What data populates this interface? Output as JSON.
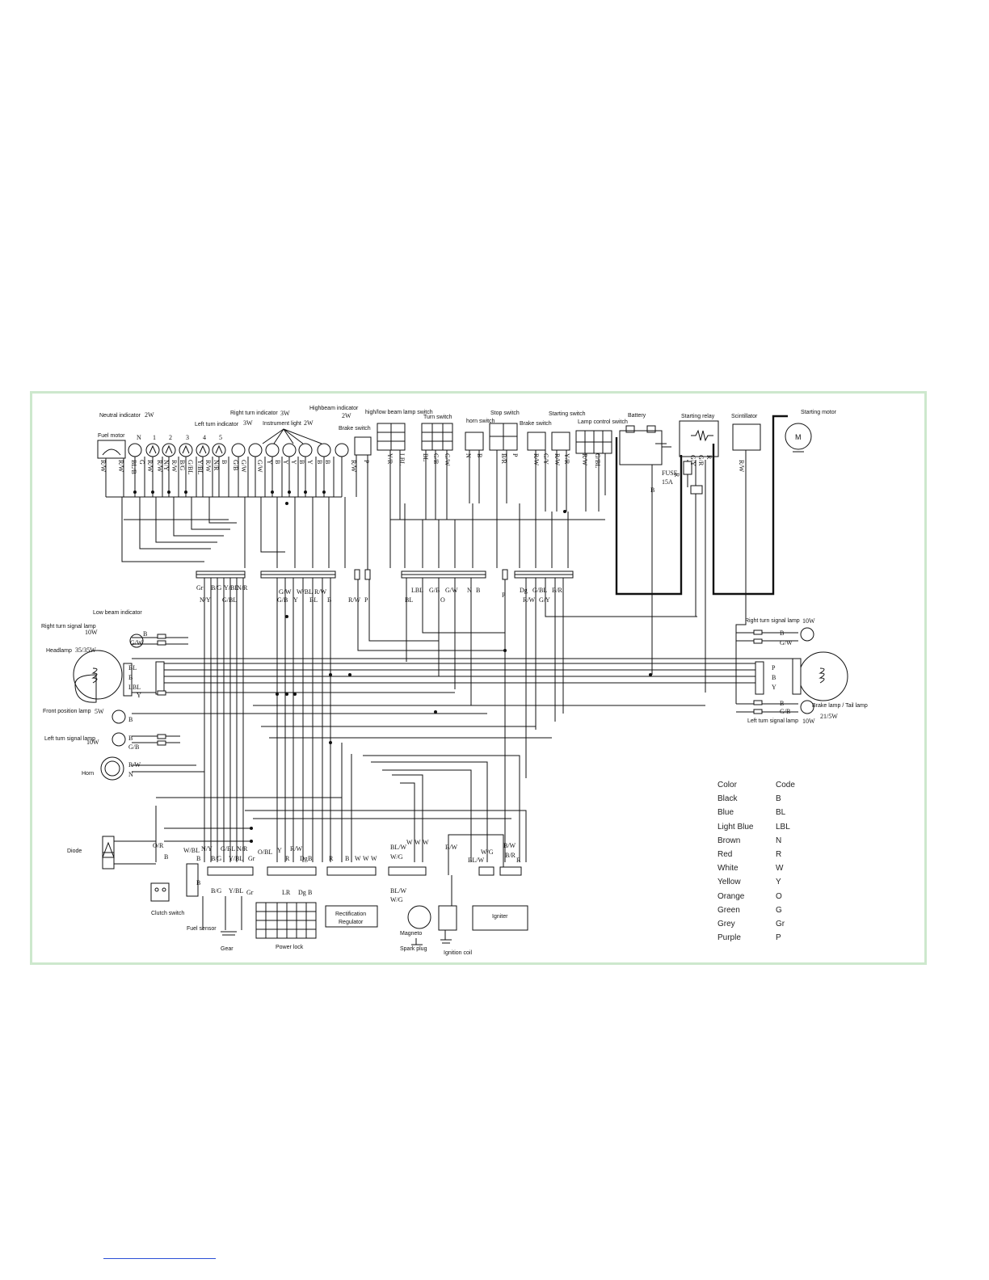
{
  "labels": {
    "neutral_indicator": "Neutral indicator",
    "neutral_w": "2W",
    "fuel_motor": "Fuel motor",
    "left_turn_indicator": "Left turn indicator",
    "right_turn_indicator": "Right turn indicator",
    "right_turn_w": "3W",
    "turn_w": "3W",
    "instrument_light": "Instrument light",
    "instrument_w": "2W",
    "highbeam_indicator": "Highbeam indicator",
    "highbeam_w": "2W",
    "brake_switch_top": "Brake switch",
    "high_low_beam_switch": "high/low beam lamp switch",
    "turn_switch": "Turn switch",
    "horn_switch": "horn switch",
    "stop_switch": "Stop switch",
    "brake_switch_2": "Brake switch",
    "starting_switch": "Starting switch",
    "lamp_control_switch": "Lamp control switch",
    "battery": "Battery",
    "starting_relay": "Starting relay",
    "scintillator": "Scintillator",
    "starting_motor": "Starting motor",
    "fuse": "FUSE",
    "fuse_rating": "15A",
    "low_beam_indicator": "Low beam indicator",
    "right_turn_signal_lamp_left": "Right turn signal lamp",
    "right_turn_signal_lamp_left_w": "10W",
    "headlamp": "Headlamp",
    "headlamp_w": "35/35W",
    "front_position_lamp": "Front position lamp",
    "front_position_w": "5W",
    "left_turn_signal_lamp_left": "Left turn signal lamp",
    "left_turn_signal_lamp_left_w": "10W",
    "horn": "Horn",
    "right_turn_signal_lamp_right": "Right turn signal lamp",
    "right_turn_signal_lamp_right_w": "10W",
    "brake_tail_lamp": "Brake lamp / Tail lamp",
    "brake_tail_w": "21/5W",
    "left_turn_signal_lamp_right": "Left turn signal lamp",
    "left_turn_signal_lamp_right_w": "10W",
    "diode": "Diode",
    "clutch_switch": "Clutch switch",
    "fuel_sensor": "Fuel sensor",
    "gear": "Gear",
    "power_lock": "Power lock",
    "rectification_regulator_1": "Rectification",
    "rectification_regulator_2": "Regulator",
    "magneto": "Magneto",
    "spark_plug": "Spark plug",
    "ignition_coil": "Ignition coil",
    "igniter": "Igniter"
  },
  "legend": {
    "header_color": "Color",
    "header_code": "Code",
    "rows": [
      {
        "color": "Black",
        "code": "B"
      },
      {
        "color": "Blue",
        "code": "BL"
      },
      {
        "color": "Light Blue",
        "code": "LBL"
      },
      {
        "color": "Brown",
        "code": "N"
      },
      {
        "color": "Red",
        "code": "R"
      },
      {
        "color": "White",
        "code": "W"
      },
      {
        "color": "Yellow",
        "code": "Y"
      },
      {
        "color": "Orange",
        "code": "O"
      },
      {
        "color": "Green",
        "code": "G"
      },
      {
        "color": "Grey",
        "code": "Gr"
      },
      {
        "color": "Purple",
        "code": "P"
      }
    ]
  },
  "codes": {
    "ind_numbers": [
      "N",
      "1",
      "2",
      "3",
      "4",
      "5"
    ],
    "top_wires": [
      "R/W",
      "R/W",
      "BL/B",
      "G",
      "R/W",
      "R/W",
      "N/Y",
      "R/W",
      "B/G",
      "G/BL",
      "Y/BL",
      "R/W",
      "N/R",
      "B",
      "G/B",
      "G/W",
      "G/W",
      "Y",
      "B",
      "Y",
      "Y",
      "B",
      "Y",
      "B",
      "B",
      "R/W",
      "P"
    ],
    "switch_wires": [
      "Y/R",
      "LBL",
      "BL",
      "G/B",
      "G/W",
      "N",
      "B",
      "B/R",
      "P",
      "R/W",
      "G/Y",
      "R/W",
      "Y/R",
      "R/W",
      "G/BL"
    ],
    "conn_a_top": [
      "Gr",
      "B/G",
      "Y/BL",
      "N/R"
    ],
    "conn_a_bot": [
      "N/Y",
      "G/BL"
    ],
    "conn_b_top": [
      "G/W",
      "W/BL",
      "R/W"
    ],
    "conn_b_bot": [
      "G/B",
      "Y",
      "BL",
      "B"
    ],
    "rw_p": [
      "R/W",
      "P"
    ],
    "conn_c_top": [
      "LBL",
      "G/B",
      "G/W",
      "N",
      "B"
    ],
    "conn_c_bot": [
      "BL",
      "O"
    ],
    "p_single": "P",
    "conn_d_top": [
      "Dg",
      "G/BL",
      "B/R"
    ],
    "conn_d_bot": [
      "R/W",
      "G/Y"
    ],
    "batt_b": "B",
    "relay_r": "R",
    "relay_codes": [
      "G/Y",
      "G/R",
      "R"
    ],
    "scint_code": "R/W",
    "left_lamp_codes": [
      "B",
      "G/W",
      "BL",
      "B",
      "LBL",
      "Y",
      "B",
      "B",
      "G/B",
      "R/W",
      "N"
    ],
    "right_lamp_codes": [
      "B",
      "G/W",
      "P",
      "B",
      "Y",
      "B",
      "G/B"
    ],
    "bottom_codes_a": [
      "O/R",
      "B",
      "W/BL",
      "B",
      "N/Y",
      "B/G",
      "G/BL",
      "Y/BL",
      "N/R",
      "Gr"
    ],
    "bottom_codes_b": [
      "O/BL",
      "Y",
      "R",
      "R/W",
      "Dg",
      "B"
    ],
    "bottom_codes_c": [
      "R",
      "B",
      "W",
      "W",
      "W"
    ],
    "bottom_codes_d": [
      "BL/W",
      "W/G",
      "W",
      "W",
      "W"
    ],
    "bottom_codes_e": [
      "B/W",
      "W/G",
      "BL/W",
      "B/W",
      "B/R",
      "R"
    ],
    "below_a": [
      "B",
      "B/G",
      "Y/BL",
      "Gr",
      "LR",
      "Dg",
      "B"
    ],
    "below_e": [
      "BL/W",
      "W/G"
    ]
  }
}
